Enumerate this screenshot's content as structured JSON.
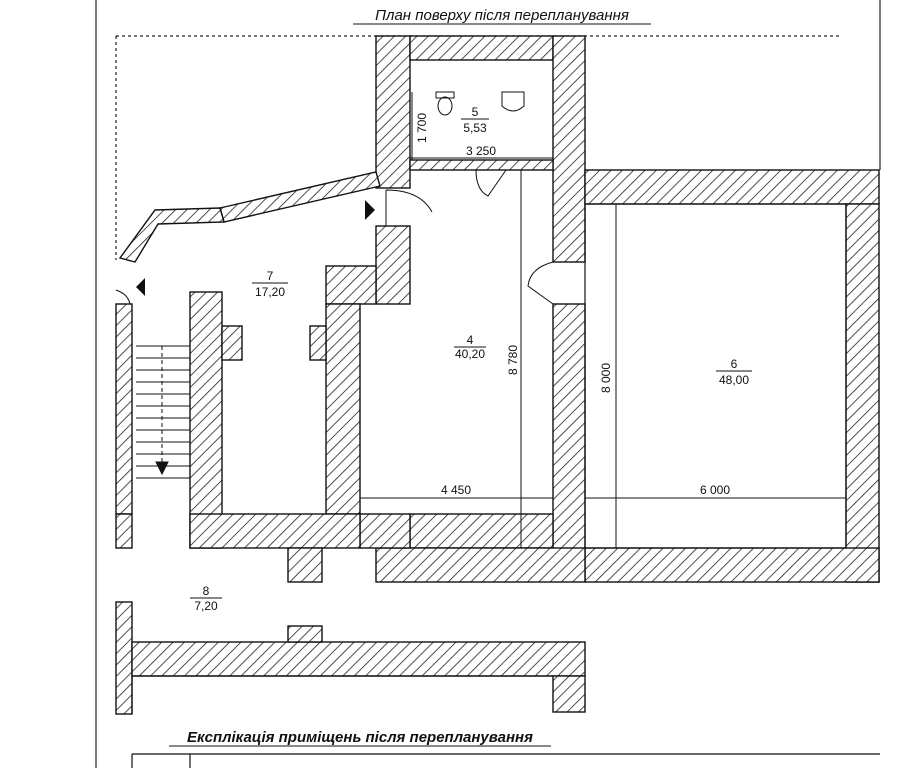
{
  "plan": {
    "title": "План поверху після перепланування",
    "rooms": {
      "r5": {
        "number": "5",
        "area": "5,53"
      },
      "r6": {
        "number": "6",
        "area": "48,00"
      },
      "r7": {
        "number": "7",
        "area": "17,20"
      },
      "r8": {
        "number": "8",
        "area": "7,20"
      },
      "r4": {
        "number": "4",
        "area": "40,20"
      }
    },
    "dimensions": {
      "d1700": "1 700",
      "d3250": "3 250",
      "d8780": "8 780",
      "d8000": "8 000",
      "d4450": "4 450",
      "d6000": "6 000"
    }
  },
  "explication": {
    "title": "Експлікація приміщень після перепланування"
  }
}
